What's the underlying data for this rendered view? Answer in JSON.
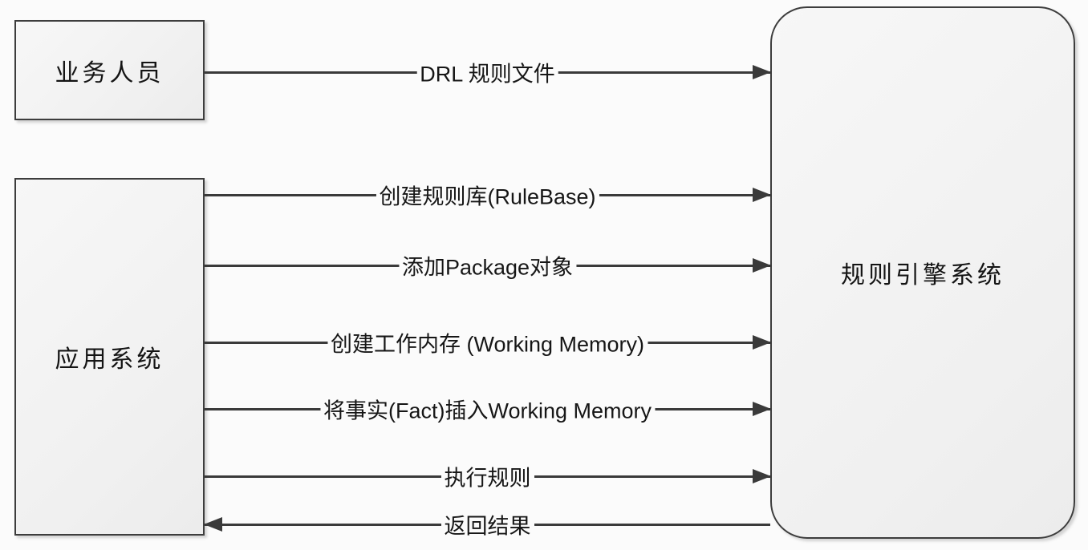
{
  "diagram": {
    "title": "Drools rule engine interaction diagram",
    "background_color": "#fbfbfb",
    "line_color": "#3a3a3a",
    "node_fill_color": "#f2f2f2",
    "node_border_color": "#3d3d3d",
    "nodes": {
      "business_user": {
        "label": "业务人员",
        "shape": "rectangle"
      },
      "application_system": {
        "label": "应用系统",
        "shape": "rectangle"
      },
      "rule_engine": {
        "label": "规则引擎系统",
        "shape": "rounded-rectangle"
      }
    },
    "arrows": [
      {
        "label": "DRL 规则文件",
        "from": "business_user",
        "to": "rule_engine",
        "direction": "right"
      },
      {
        "label": "创建规则库(RuleBase)",
        "from": "application_system",
        "to": "rule_engine",
        "direction": "right"
      },
      {
        "label": "添加Package对象",
        "from": "application_system",
        "to": "rule_engine",
        "direction": "right"
      },
      {
        "label": "创建工作内存 (Working Memory)",
        "from": "application_system",
        "to": "rule_engine",
        "direction": "right"
      },
      {
        "label": "将事实(Fact)插入Working Memory",
        "from": "application_system",
        "to": "rule_engine",
        "direction": "right"
      },
      {
        "label": "执行规则",
        "from": "application_system",
        "to": "rule_engine",
        "direction": "right"
      },
      {
        "label": "返回结果",
        "from": "rule_engine",
        "to": "application_system",
        "direction": "left"
      }
    ]
  }
}
